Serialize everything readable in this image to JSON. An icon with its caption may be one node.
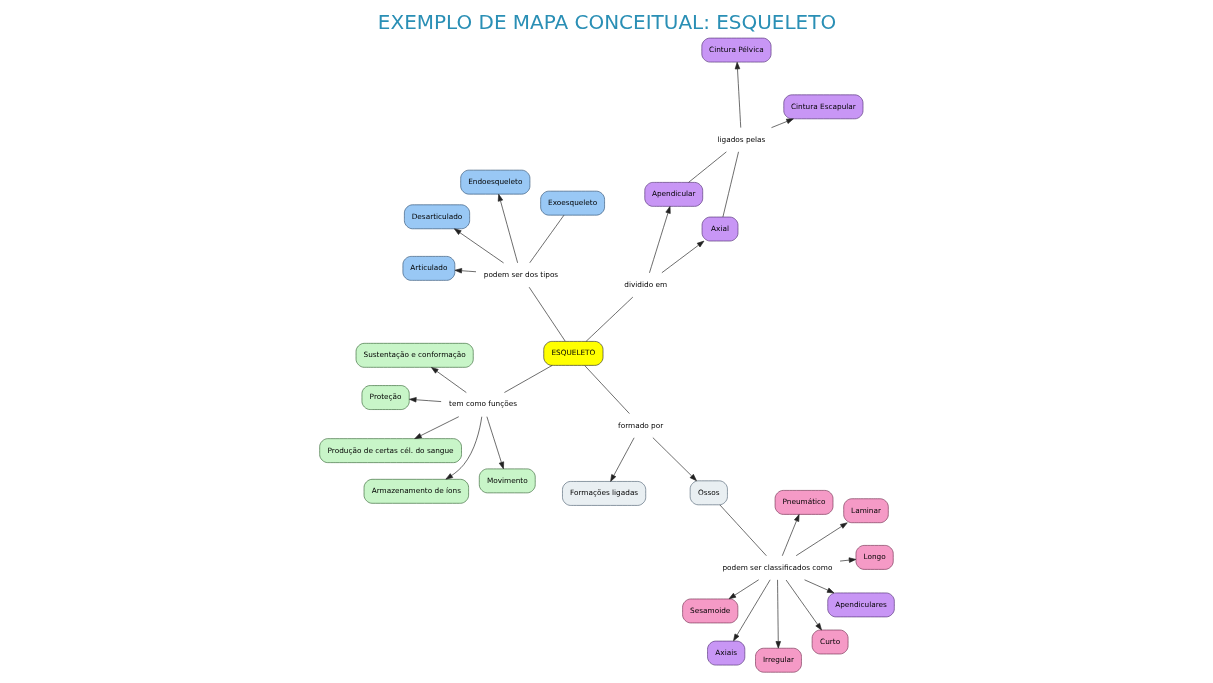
{
  "diagram": {
    "title": "EXEMPLO DE MAPA CONCEITUAL: ESQUELETO",
    "nodes": [
      {
        "text": [
          "ESQUELETO"
        ]
      },
      {
        "text": [
          "tem como funções"
        ]
      },
      {
        "text": [
          "Armazenamento de íons"
        ]
      },
      {
        "text": [
          "Sustentação e conformação"
        ]
      },
      {
        "text": [
          "Movimento"
        ]
      },
      {
        "text": [
          "Proteção"
        ]
      },
      {
        "text": [
          "Produção de certas cél. do sangue"
        ]
      },
      {
        "text": [
          "formado por"
        ]
      },
      {
        "text": [
          "Formações ligadas"
        ]
      },
      {
        "text": [
          "Ossos"
        ]
      },
      {
        "text": [
          "podem ser classificados como"
        ]
      },
      {
        "text": [
          "Axiais"
        ]
      },
      {
        "text": [
          "Apendiculares"
        ]
      },
      {
        "text": [
          "Longo"
        ]
      },
      {
        "text": [
          "Laminar"
        ]
      },
      {
        "text": [
          "Curto"
        ]
      },
      {
        "text": [
          "Irregular"
        ]
      },
      {
        "text": [
          "Pneumático"
        ]
      },
      {
        "text": [
          "Sesamoide"
        ]
      },
      {
        "text": [
          "podem ser dos tipos"
        ]
      },
      {
        "text": [
          "Desarticulado"
        ]
      },
      {
        "text": [
          "Articulado"
        ]
      },
      {
        "text": [
          "Endoesqueleto"
        ]
      },
      {
        "text": [
          "Exoesqueleto"
        ]
      },
      {
        "text": [
          "dividido em"
        ]
      },
      {
        "text": [
          "Axial"
        ]
      },
      {
        "text": [
          "Apendicular"
        ]
      },
      {
        "text": [
          "ligados pelas"
        ]
      },
      {
        "text": [
          "Cintura Escapular"
        ]
      },
      {
        "text": [
          "Cintura Pélvica"
        ]
      }
    ],
    "edges": [
      {
        "from": 0,
        "to": 1,
        "arrow": "none"
      },
      {
        "from": 1,
        "to": 2,
        "arrow": "to"
      },
      {
        "from": 1,
        "to": 3,
        "arrow": "to"
      },
      {
        "from": 1,
        "to": 4,
        "arrow": "to"
      },
      {
        "from": 1,
        "to": 5,
        "arrow": "to"
      },
      {
        "from": 1,
        "to": 6,
        "arrow": "to"
      },
      {
        "from": 0,
        "to": 7,
        "arrow": "none"
      },
      {
        "from": 7,
        "to": 8,
        "arrow": "to"
      },
      {
        "from": 7,
        "to": 9,
        "arrow": "to"
      },
      {
        "from": 9,
        "to": 10,
        "arrow": "none"
      },
      {
        "from": 10,
        "to": 11,
        "arrow": "to"
      },
      {
        "from": 10,
        "to": 12,
        "arrow": "to"
      },
      {
        "from": 10,
        "to": 13,
        "arrow": "to"
      },
      {
        "from": 10,
        "to": 14,
        "arrow": "to"
      },
      {
        "from": 10,
        "to": 15,
        "arrow": "to"
      },
      {
        "from": 10,
        "to": 16,
        "arrow": "to"
      },
      {
        "from": 10,
        "to": 17,
        "arrow": "to"
      },
      {
        "from": 10,
        "to": 18,
        "arrow": "to"
      },
      {
        "from": 0,
        "to": 19,
        "arrow": "none"
      },
      {
        "from": 19,
        "to": 20,
        "arrow": "to"
      },
      {
        "from": 19,
        "to": 21,
        "arrow": "to"
      },
      {
        "from": 19,
        "to": 22,
        "arrow": "to"
      },
      {
        "from": 19,
        "to": 23,
        "arrow": "none"
      },
      {
        "from": 0,
        "to": 24,
        "arrow": "none"
      },
      {
        "from": 24,
        "to": 25,
        "arrow": "to"
      },
      {
        "from": 24,
        "to": 26,
        "arrow": "to"
      },
      {
        "from": 25,
        "to": 27,
        "arrow": "none"
      },
      {
        "from": 26,
        "to": 27,
        "arrow": "none"
      },
      {
        "from": 27,
        "to": 28,
        "arrow": "to"
      },
      {
        "from": 27,
        "to": 29,
        "arrow": "to"
      }
    ]
  }
}
